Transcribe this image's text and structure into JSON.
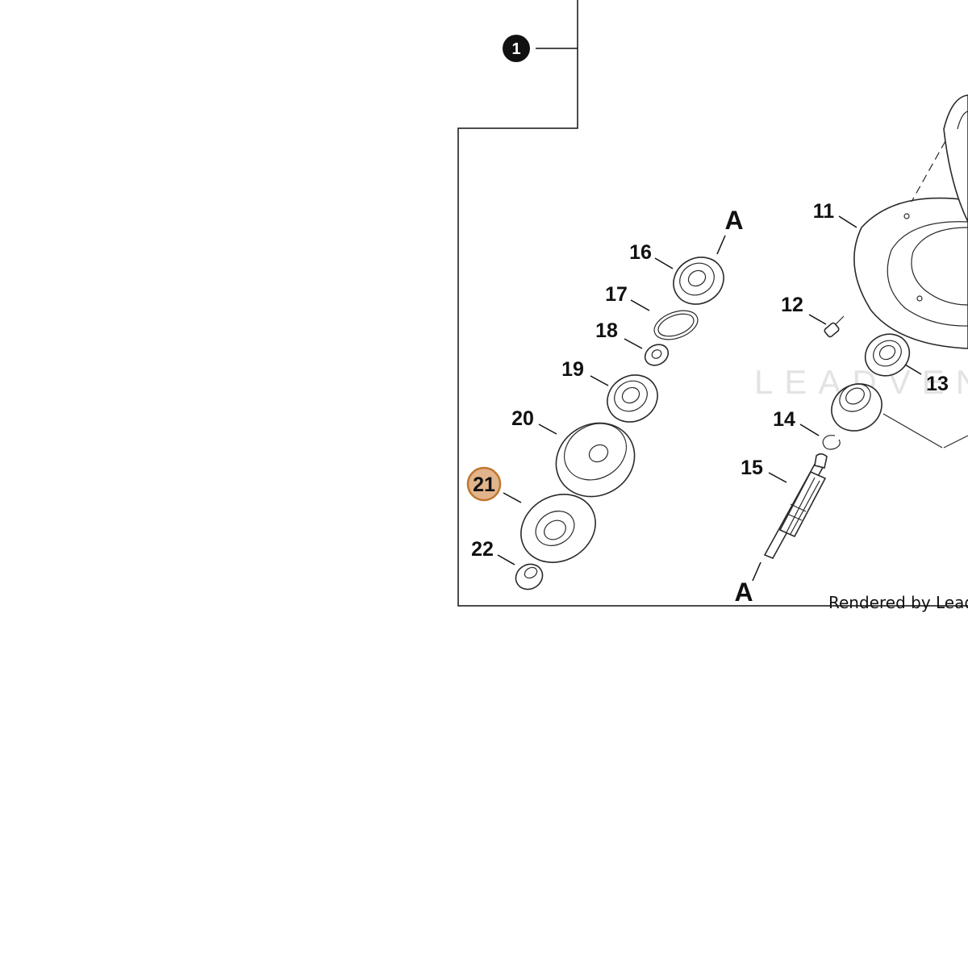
{
  "diagram": {
    "group_badge": "1",
    "highlight_color": "#E2B48C",
    "highlight_border": "#C0762F",
    "callouts": [
      {
        "id": "c11",
        "label": "11"
      },
      {
        "id": "c12",
        "label": "12"
      },
      {
        "id": "c13",
        "label": "13"
      },
      {
        "id": "c14",
        "label": "14"
      },
      {
        "id": "c15",
        "label": "15"
      },
      {
        "id": "c16",
        "label": "16"
      },
      {
        "id": "c17",
        "label": "17"
      },
      {
        "id": "c18",
        "label": "18"
      },
      {
        "id": "c19",
        "label": "19"
      },
      {
        "id": "c20",
        "label": "20"
      },
      {
        "id": "c21",
        "label": "21",
        "highlighted": true
      },
      {
        "id": "c22",
        "label": "22"
      }
    ],
    "arrow_top": "A",
    "arrow_bottom": "A",
    "watermark": "LEADVEN",
    "credit": "Rendered by LeadVen"
  }
}
